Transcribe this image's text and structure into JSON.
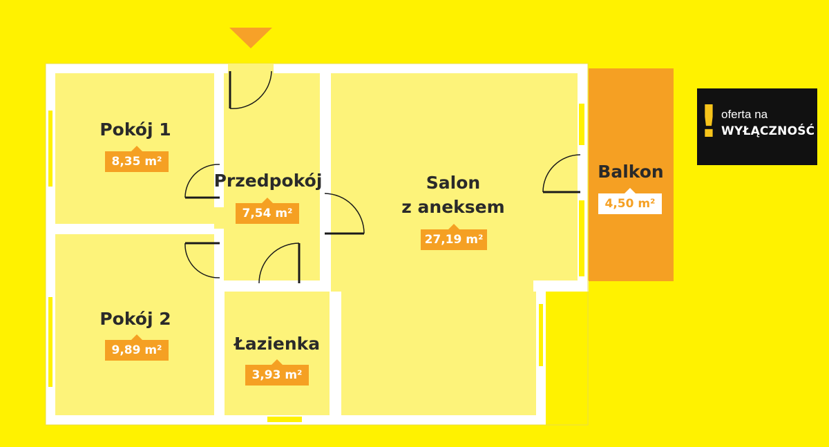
{
  "colors": {
    "background": "#fff200",
    "room_fill": "#fdf37a",
    "wall": "#ffffff",
    "balcony": "#f5a023",
    "badge": "#f5a023",
    "door_line": "#1a1a1a",
    "window": "#fff200"
  },
  "entrance_marker_icon": "orange-down-triangle-icon",
  "rooms": [
    {
      "name": "Pokój 1",
      "area": "8,35 m²"
    },
    {
      "name": "Przedpokój",
      "area": "7,54 m²"
    },
    {
      "name": "Salon\nz aneksem",
      "name_line1": "Salon",
      "name_line2": "z aneksem",
      "area": "27,19 m²"
    },
    {
      "name": "Balkon",
      "area": "4,50 m²"
    },
    {
      "name": "Pokój 2",
      "area": "9,89 m²"
    },
    {
      "name": "Łazienka",
      "area": "3,93 m²"
    }
  ],
  "offer": {
    "exclamation": "!",
    "line1": "oferta na",
    "line2": "WYŁĄCZNOŚĆ"
  }
}
